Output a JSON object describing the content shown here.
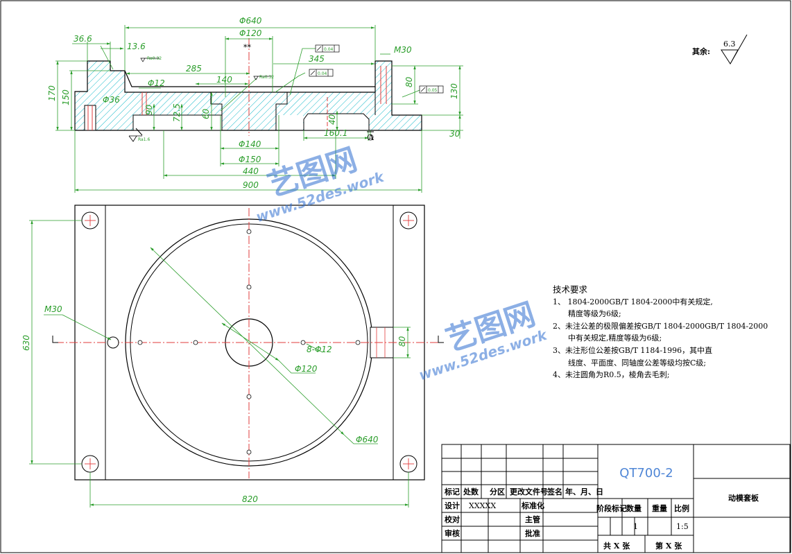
{
  "drawing": {
    "part_number": "QT700-2",
    "part_name": "动模套板",
    "surface_finish_label": "其余:",
    "surface_finish_value": "6.3",
    "datum": "A"
  },
  "watermark": {
    "cn": "艺图网",
    "url": "www.52des.work"
  },
  "section_view": {
    "dims": {
      "d640": "Φ640",
      "d120_top": "Φ120",
      "stars": "**",
      "d36_6": "36.6",
      "d13_6": "13.6",
      "ra032a": "Ra0.32",
      "ra032b": "Ra0.32",
      "ra16": "Ra1.6",
      "tol1": "0.04",
      "tol2": "0.04",
      "tol3": "0.05",
      "m30": "M30",
      "d345": "345",
      "d285": "285",
      "d140": "140",
      "d12": "Φ12",
      "d36": "Φ36",
      "d90": "90",
      "d72_5": "72.5",
      "d60": "60",
      "d40": "40",
      "d160_1": "160.1",
      "d30": "30",
      "d170": "170",
      "d150": "150",
      "d80": "80",
      "d130": "130",
      "d140_dia": "Φ140",
      "d150_dia": "Φ150",
      "d440": "440",
      "d900": "900"
    }
  },
  "plan_view": {
    "dims": {
      "m30": "M30",
      "d630": "630",
      "d820": "820",
      "d640": "Φ640",
      "d120": "Φ120",
      "holes": "8-Φ12",
      "d80": "80"
    }
  },
  "tech_requirements": {
    "title": "技术要求",
    "lines": [
      "1、 1804-2000GB/T 1804-2000中有关规定,",
      "精度等级为6级;",
      "2、未注公差的极限偏差按GB/T 1804-2000GB/T 1804-2000",
      "中有关规定,精度等级为6级;",
      "3、未注形位公差按GB/T 1184-1996，其中直",
      "线度、平面度、同轴度公差等级均按C级;",
      "4、未注圆角为R0.5，棱角去毛刺;"
    ]
  },
  "title_block": {
    "headers": [
      "标记",
      "处数",
      "分区",
      "更改文件号",
      "签名",
      "年、月、日"
    ],
    "design": "设计",
    "design_value": "XXXXX",
    "standard": "标准化",
    "check": "校对",
    "supervisor": "主管",
    "review": "审核",
    "approve": "批准",
    "stage": "阶段标记",
    "quantity": "数量",
    "weight": "重量",
    "scale": "比例",
    "quantity_value": "1",
    "scale_value": "1:5",
    "sheets_total": "共  X  张",
    "sheet_no": "第  X  张"
  }
}
